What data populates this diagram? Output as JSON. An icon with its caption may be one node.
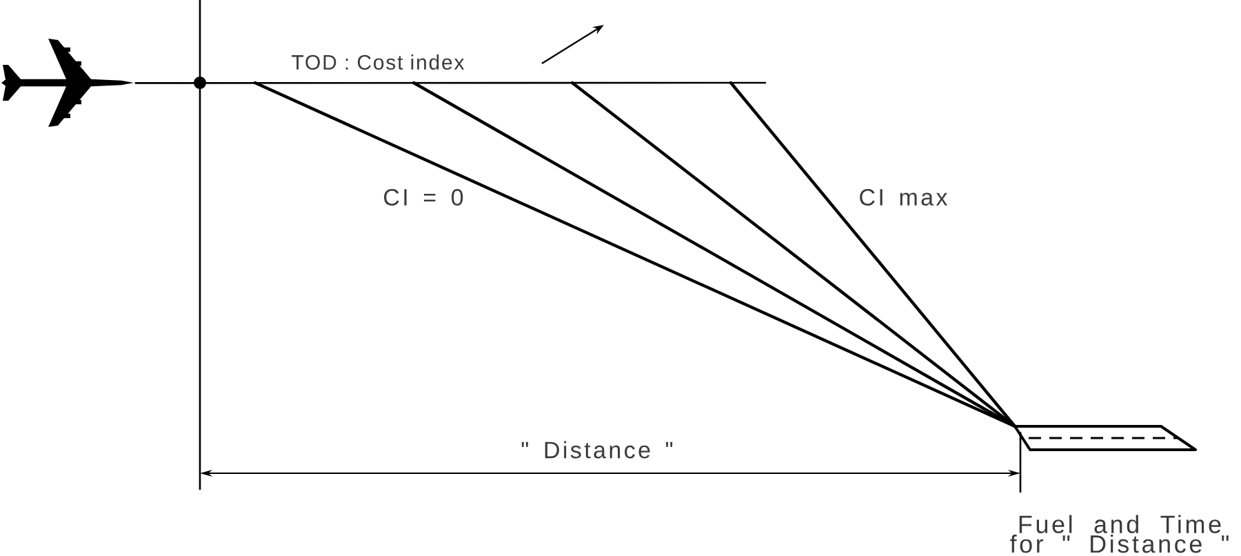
{
  "diagram": {
    "nodes": [
      {
        "text": [],
        "shape": "picture"
      },
      {
        "text": [],
        "shape": "picture",
        "beside": [
          "Fuel and Time for \" Distance \""
        ]
      }
    ],
    "edges": [
      {
        "from": null,
        "to": 1,
        "arrow": "none",
        "label": "CI = 0"
      },
      {
        "from": null,
        "to": 1,
        "arrow": "none"
      },
      {
        "from": null,
        "to": 1,
        "arrow": "none"
      },
      {
        "from": null,
        "to": 1,
        "arrow": "none",
        "label": "CI max"
      },
      {
        "from": 0,
        "to": null,
        "arrow": "none"
      }
    ],
    "labels": [
      "TOD : Cost index",
      "\" Distance \""
    ]
  }
}
